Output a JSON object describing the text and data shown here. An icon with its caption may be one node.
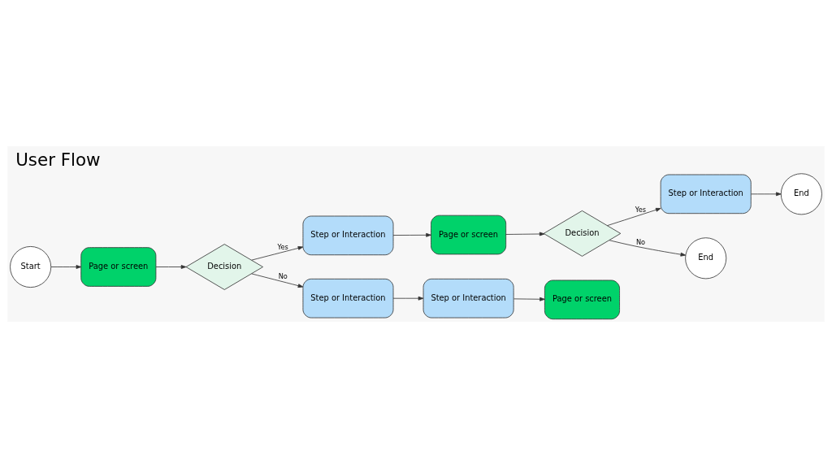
{
  "diagram": {
    "title": "User Flow",
    "nodes": [
      {
        "text": [
          "Start"
        ]
      },
      {
        "text": [
          "Page or screen"
        ]
      },
      {
        "text": [
          "Decision"
        ]
      },
      {
        "text": [
          "Step or Interaction"
        ]
      },
      {
        "text": [
          "Page or screen"
        ]
      },
      {
        "text": [
          "Decision"
        ]
      },
      {
        "text": [
          "Step or Interaction"
        ]
      },
      {
        "text": [
          "End"
        ]
      },
      {
        "text": [
          "End"
        ]
      },
      {
        "text": [
          "Step or Interaction"
        ]
      },
      {
        "text": [
          "Step or Interaction"
        ]
      },
      {
        "text": [
          "Page or screen"
        ]
      }
    ],
    "edges": [
      {
        "from": 0,
        "to": 1,
        "arrow": "to"
      },
      {
        "from": 1,
        "to": 2,
        "arrow": "to"
      },
      {
        "from": 2,
        "to": 3,
        "arrow": "to",
        "label": "Yes"
      },
      {
        "from": 3,
        "to": 4,
        "arrow": "to"
      },
      {
        "from": 4,
        "to": 5,
        "arrow": "to"
      },
      {
        "from": 5,
        "to": 6,
        "arrow": "to",
        "label": "Yes"
      },
      {
        "from": 6,
        "to": 7,
        "arrow": "to"
      },
      {
        "from": 5,
        "to": 8,
        "arrow": "to",
        "label": "No"
      },
      {
        "from": 2,
        "to": 9,
        "arrow": "to",
        "label": "No"
      },
      {
        "from": 9,
        "to": 10,
        "arrow": "to"
      },
      {
        "from": 10,
        "to": 11,
        "arrow": "to"
      }
    ]
  }
}
